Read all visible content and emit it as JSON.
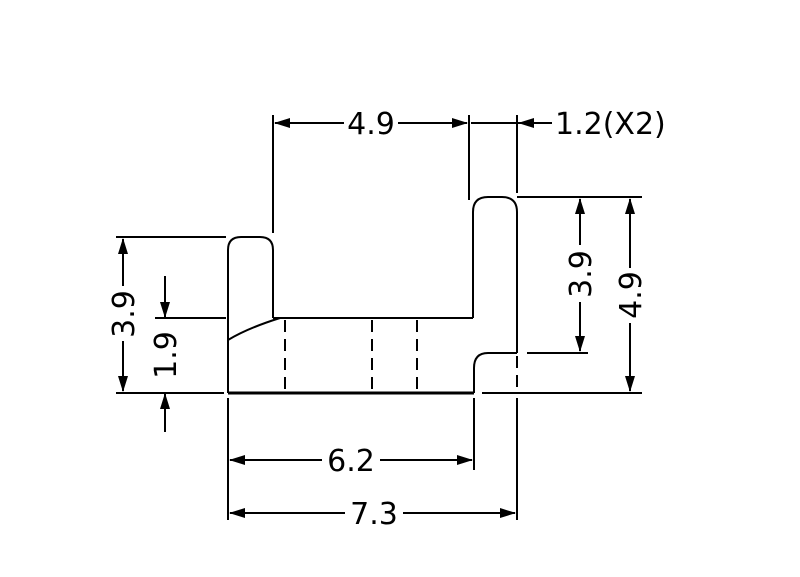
{
  "drawing": {
    "type": "mechanical-profile-dimension-drawing",
    "dimensions": {
      "top_slot_width": "4.9",
      "wall_thickness": "1.2(X2)",
      "right_inner_height": "3.9",
      "right_total_height": "4.9",
      "left_wall_height": "3.9",
      "floor_height": "1.9",
      "bottom_inner_width": "6.2",
      "overall_width": "7.3"
    }
  }
}
